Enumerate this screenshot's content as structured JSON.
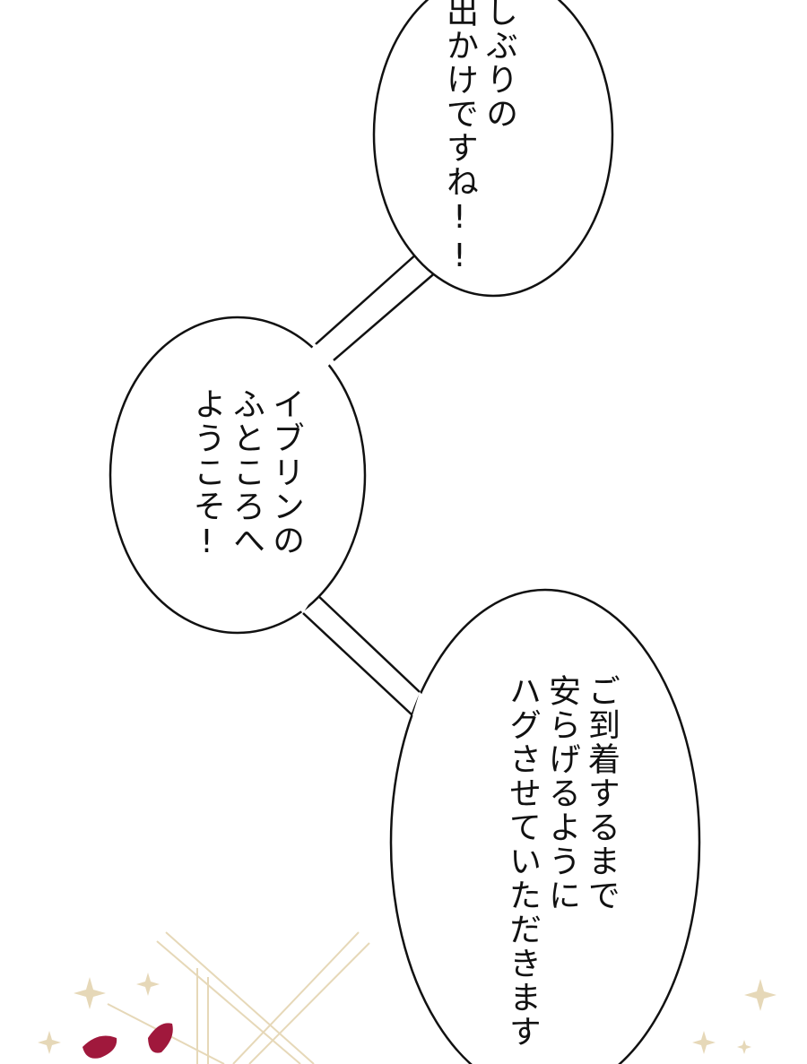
{
  "bubbles": [
    {
      "lines": [
        "しぶりの",
        "出かけですね!!"
      ]
    },
    {
      "lines": [
        "イブリンの",
        "ふところへ",
        "ようこそ!"
      ]
    },
    {
      "lines": [
        "ご到着するまで",
        "安らげるように",
        "ハグさせていただきます"
      ]
    }
  ],
  "colors": {
    "background": "#ffffff",
    "outline": "#111111",
    "ornament": "#e6d8b8",
    "accent": "#a0183c"
  },
  "icons": [
    "sparkle-icon",
    "diamond-frame-ornament"
  ]
}
